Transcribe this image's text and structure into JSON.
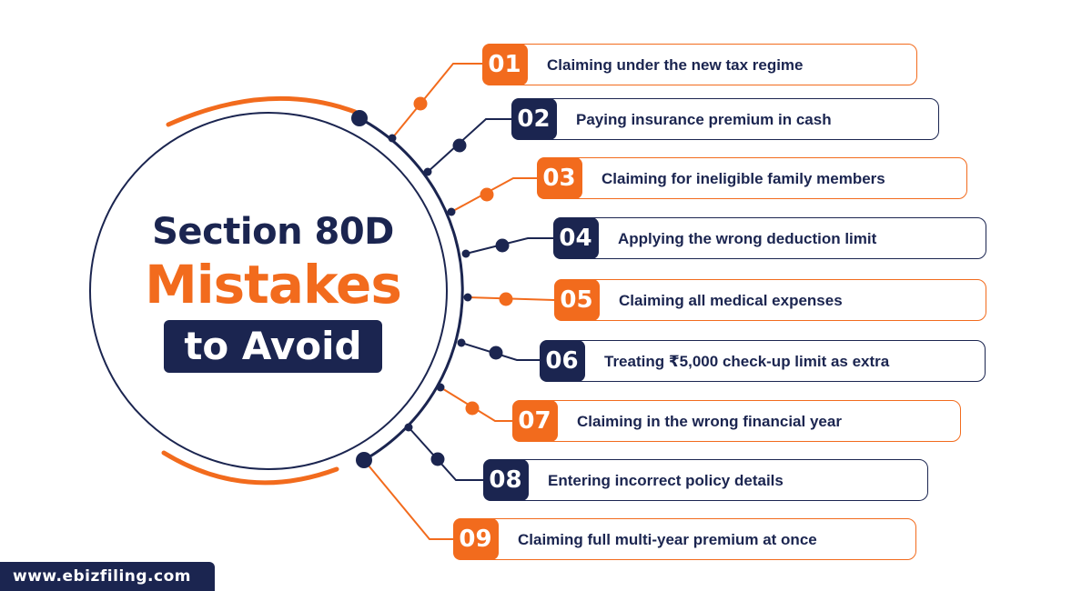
{
  "title": {
    "line1": "Section 80D",
    "line2": "Mistakes",
    "line3": "to Avoid"
  },
  "items": [
    {
      "number": "01",
      "text": "Claiming under the new tax regime",
      "color": "#f26b1d"
    },
    {
      "number": "02",
      "text": "Paying insurance premium in cash",
      "color": "#1b2550"
    },
    {
      "number": "03",
      "text": "Claiming for ineligible family members",
      "color": "#f26b1d"
    },
    {
      "number": "04",
      "text": "Applying the wrong deduction limit",
      "color": "#1b2550"
    },
    {
      "number": "05",
      "text": "Claiming all medical expenses",
      "color": "#f26b1d"
    },
    {
      "number": "06",
      "text": "Treating ₹5,000 check-up limit as extra",
      "color": "#1b2550"
    },
    {
      "number": "07",
      "text": "Claiming in the wrong financial year",
      "color": "#f26b1d"
    },
    {
      "number": "08",
      "text": "Entering incorrect policy details",
      "color": "#1b2550"
    },
    {
      "number": "09",
      "text": "Claiming full multi-year premium at once",
      "color": "#f26b1d"
    }
  ],
  "website": "www.ebizfiling.com",
  "colors": {
    "navy": "#1b2550",
    "orange": "#f26b1d",
    "background": "#ffffff"
  }
}
